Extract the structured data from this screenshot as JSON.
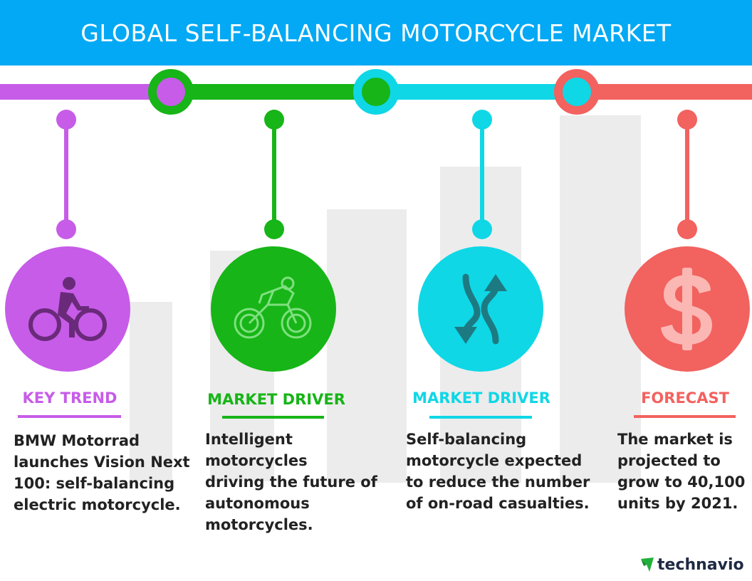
{
  "title": "GLOBAL SELF-BALANCING MOTORCYCLE MARKET",
  "colors": {
    "header": "#03a9f4",
    "purple": "#c75ce8",
    "green": "#17b517",
    "cyan": "#0fd7e6",
    "red": "#f2625f",
    "bar_gray": "#ececec",
    "text": "#222222"
  },
  "columns": [
    {
      "label": "KEY TREND",
      "icon": "cyclist-icon",
      "description": [
        "BMW Motorrad",
        "launches Vision Next",
        "100: self-balancing",
        "electric motorcycle."
      ]
    },
    {
      "label": "MARKET DRIVER",
      "icon": "robot-rider-icon",
      "description": [
        "Intelligent motorcycles",
        "driving the future of",
        "autonomous",
        "motorcycles."
      ]
    },
    {
      "label": "MARKET DRIVER",
      "icon": "curved-arrows-icon",
      "description": [
        "Self-balancing",
        "motorcycle expected",
        "to reduce the number",
        "of on-road casualties."
      ]
    },
    {
      "label": "FORECAST",
      "icon": "dollar-icon",
      "description": [
        "The market is",
        "projected to",
        "grow to 40,100",
        "units by 2021."
      ]
    }
  ],
  "logo": {
    "text": "technavio"
  }
}
